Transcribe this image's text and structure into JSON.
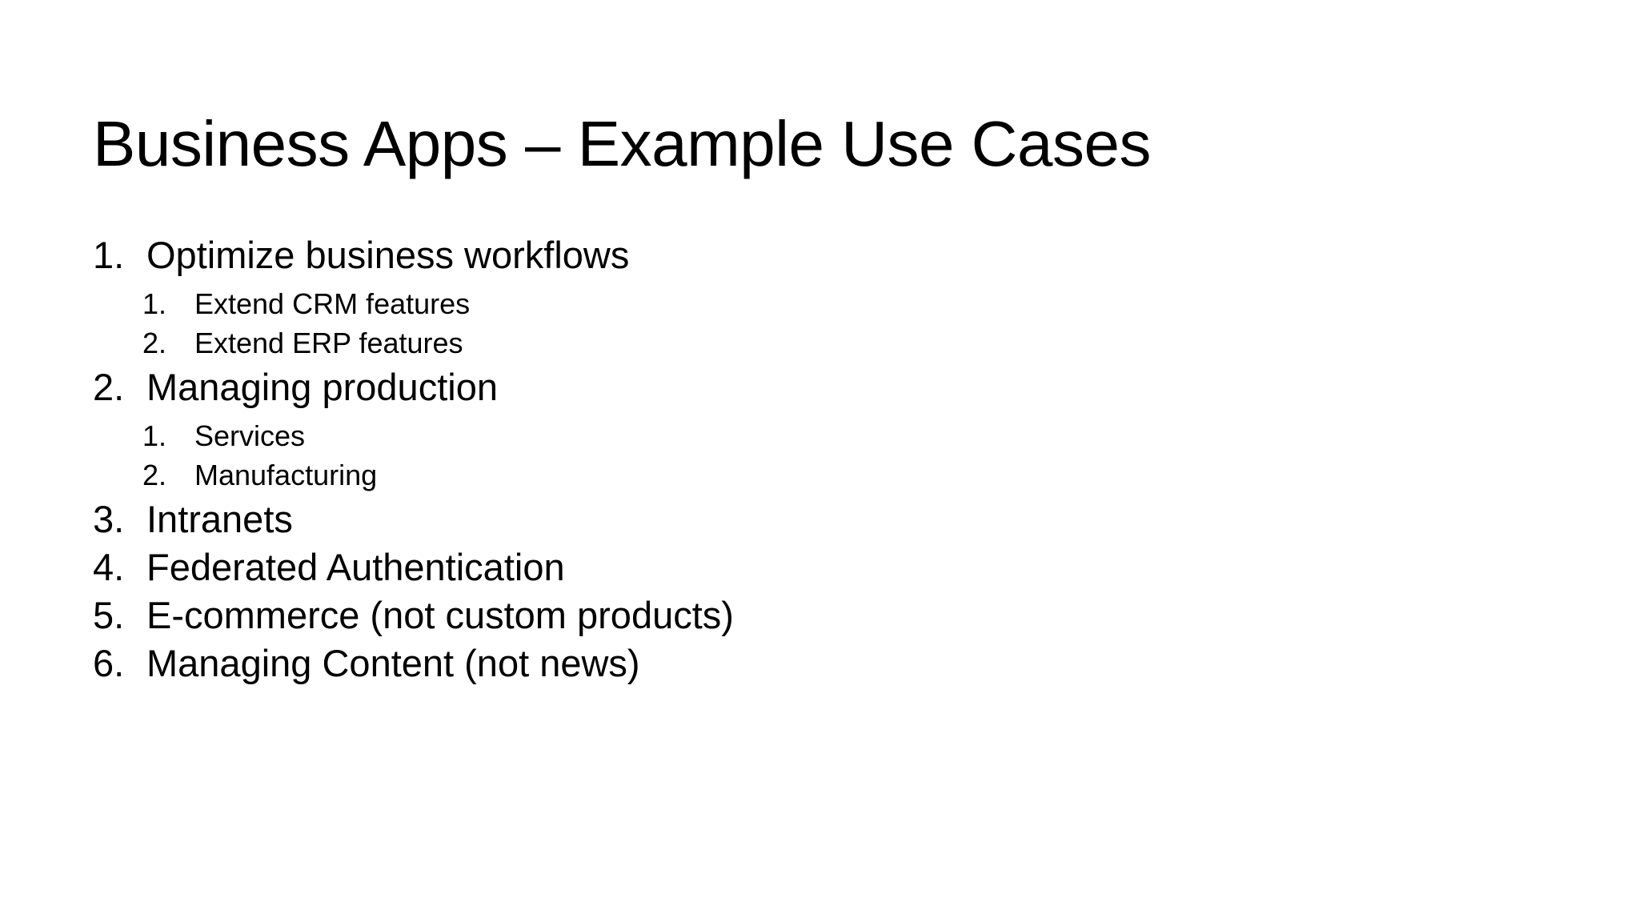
{
  "slide": {
    "background_color": "#ffffff",
    "text_color": "#000000",
    "title": "Business Apps – Example Use Cases",
    "content": [
      {
        "marker": "1.",
        "text": "Optimize business workflows",
        "children": [
          {
            "marker": "1.",
            "text": "Extend CRM features"
          },
          {
            "marker": "2.",
            "text": "Extend ERP features"
          }
        ]
      },
      {
        "marker": "2.",
        "text": "Managing production",
        "children": [
          {
            "marker": "1.",
            "text": "Services"
          },
          {
            "marker": "2.",
            "text": "Manufacturing"
          }
        ]
      },
      {
        "marker": "3.",
        "text": "Intranets",
        "children": []
      },
      {
        "marker": "4.",
        "text": "Federated Authentication",
        "children": []
      },
      {
        "marker": "5.",
        "text": "E-commerce (not custom products)",
        "children": []
      },
      {
        "marker": "6.",
        "text": "Managing Content (not news)",
        "children": []
      }
    ]
  }
}
